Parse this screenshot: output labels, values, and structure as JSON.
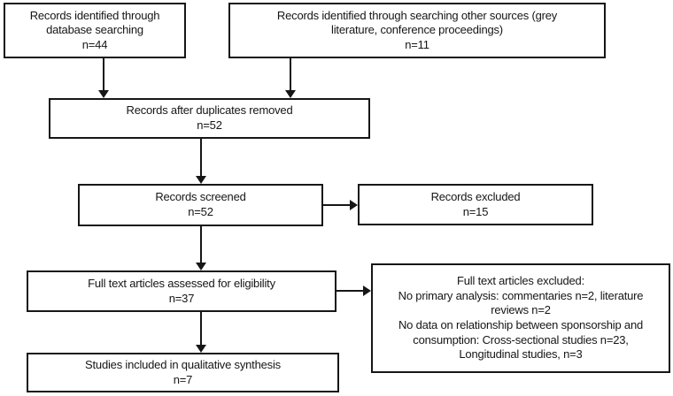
{
  "colors": {
    "border": "#161616",
    "text": "#161616",
    "background": "#ffffff"
  },
  "boxes": {
    "identified_db": {
      "text": "Records identified through\ndatabase searching\nn=44"
    },
    "identified_other": {
      "text": "Records identified through searching other sources (grey\nliterature, conference proceedings)\nn=11"
    },
    "duplicates_removed": {
      "text": "Records after duplicates removed\nn=52"
    },
    "screened": {
      "text": "Records screened\nn=52"
    },
    "records_excluded": {
      "text": "Records excluded\nn=15"
    },
    "fulltext_assessed": {
      "text": "Full text articles assessed for eligibility\nn=37"
    },
    "fulltext_excluded": {
      "text": "Full text articles excluded:\nNo primary analysis: commentaries n=2, literature\nreviews n=2\nNo data on relationship between sponsorship and\nconsumption: Cross-sectional studies n=23,\nLongitudinal studies, n=3"
    },
    "included_qualitative": {
      "text": "Studies included in qualitative synthesis\nn=7"
    }
  },
  "counts": {
    "database_searching": 44,
    "other_sources": 11,
    "after_duplicates_removed": 52,
    "screened": 52,
    "records_excluded": 15,
    "fulltext_assessed": 37,
    "excluded_no_primary_analysis_commentaries": 2,
    "excluded_no_primary_analysis_literature_reviews": 2,
    "excluded_cross_sectional_studies": 23,
    "excluded_longitudinal_studies": 3,
    "included_qualitative_synthesis": 7
  },
  "edges": [
    {
      "from": "identified_db",
      "to": "duplicates_removed"
    },
    {
      "from": "identified_other",
      "to": "duplicates_removed"
    },
    {
      "from": "duplicates_removed",
      "to": "screened"
    },
    {
      "from": "screened",
      "to": "records_excluded"
    },
    {
      "from": "screened",
      "to": "fulltext_assessed"
    },
    {
      "from": "fulltext_assessed",
      "to": "fulltext_excluded"
    },
    {
      "from": "fulltext_assessed",
      "to": "included_qualitative"
    }
  ]
}
